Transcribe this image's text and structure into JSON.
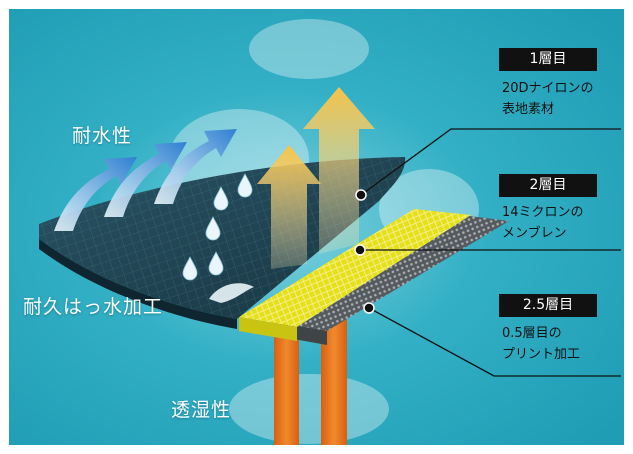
{
  "features": {
    "waterproof": "耐水性",
    "water_repellent": "耐久はっ水加工",
    "breathable": "透湿性"
  },
  "layers": [
    {
      "badge": "1層目",
      "desc_line1": "20Dナイロンの",
      "desc_line2": "表地素材"
    },
    {
      "badge": "2層目",
      "desc_line1": "14ミクロンの",
      "desc_line2": "メンブレン"
    },
    {
      "badge": "2.5層目",
      "desc_line1": "0.5層目の",
      "desc_line2": "プリント加工"
    }
  ],
  "colors": {
    "background": "#29a9bf",
    "outer_fabric": "#1f3f4d",
    "membrane": "#e8e21a",
    "print_layer": "#6e7376",
    "breath_arrow": "#e8731e",
    "vapor_arrow": "#f2c24a",
    "badge_bg": "#111111"
  },
  "icons": [
    "wind-arrow-icon",
    "water-drop-icon",
    "vapor-arrow-icon",
    "breath-arrow-icon",
    "water-splash-icon"
  ]
}
